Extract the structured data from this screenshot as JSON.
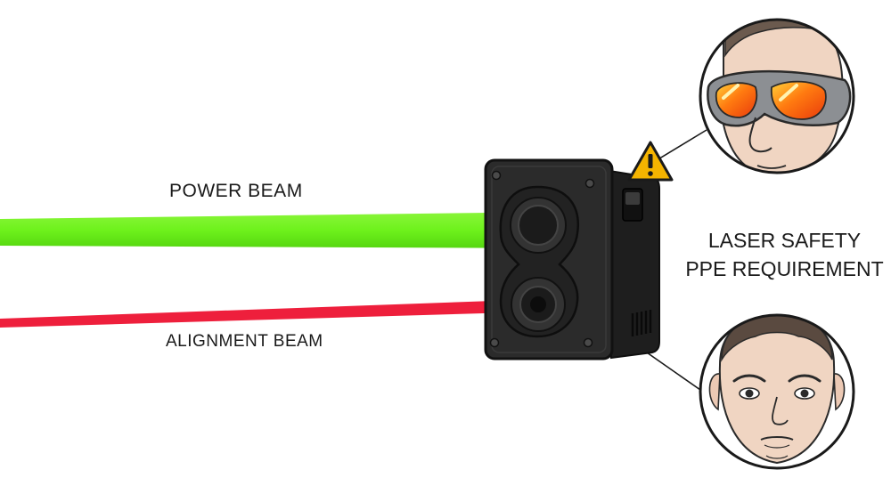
{
  "labels": {
    "power_beam": "POWER BEAM",
    "alignment_beam": "ALIGNMENT BEAM",
    "ppe_line1": "LASER SAFETY",
    "ppe_line2": "PPE REQUIREMENT"
  },
  "icons": {
    "warning": "warning-triangle-icon",
    "goggles_face": "face-with-laser-goggles",
    "bare_face": "face-without-eye-protection"
  },
  "colors": {
    "power_beam": "#6ef21c",
    "alignment_beam": "#ee1f3c",
    "device_body": "#2b2b2b",
    "warning_fill": "#f5b400",
    "goggle_lens": "#ff7a10"
  }
}
